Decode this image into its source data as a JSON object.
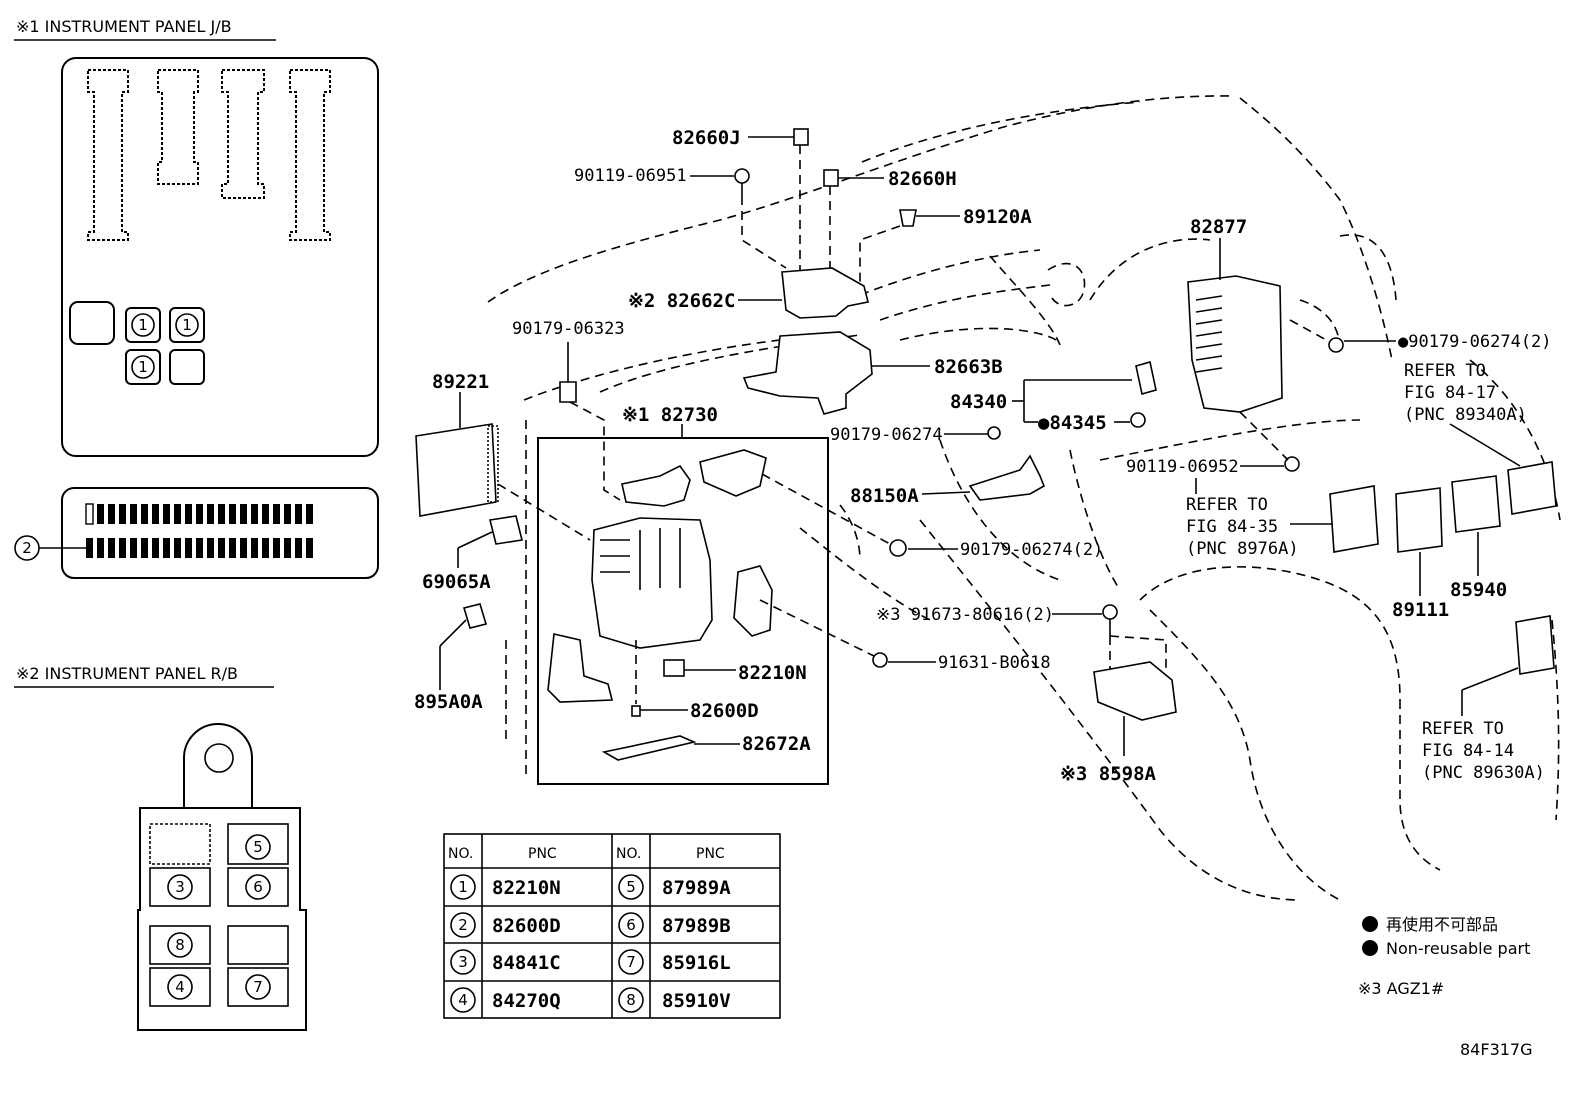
{
  "sections": {
    "jb_title": "※1 INSTRUMENT PANEL J/B",
    "rb_title": "※2 INSTRUMENT PANEL R/B"
  },
  "callouts": {
    "c1": "1",
    "c2": "2",
    "c3": "3",
    "c4": "4",
    "c5": "5",
    "c6": "6",
    "c7": "7",
    "c8": "8"
  },
  "labels": {
    "p82660J": "82660J",
    "p90119_06951": "90119-06951",
    "p82660H": "82660H",
    "p89120A": "89120A",
    "p82662C": "※2 82662C",
    "p82877": "82877",
    "p90179_06274_2a": "●90179-06274(2)",
    "refer_84_17_a": "REFER TO",
    "refer_84_17_b": "FIG 84-17",
    "refer_84_17_c": "(PNC 89340A)",
    "p90179_06323": "90179-06323",
    "p82663B": "82663B",
    "p89221": "89221",
    "p82730": "※1 82730",
    "p84340": "84340",
    "p84345": "●84345",
    "p90179_06274": "90179-06274",
    "p90119_06952": "90119-06952",
    "refer_84_35_a": "REFER TO",
    "refer_84_35_b": "FIG 84-35",
    "refer_84_35_c": "(PNC 8976A)",
    "p88150A": "88150A",
    "p90179_06274_2b": "90179-06274(2)",
    "p69065A": "69065A",
    "p85940": "85940",
    "p89111": "89111",
    "p91673": "※3 91673-80616(2)",
    "p895A0A": "895A0A",
    "p91631": "91631-B0618",
    "p82210N": "82210N",
    "p82600D": "82600D",
    "p82672A": "82672A",
    "p8598A": "※3 8598A",
    "refer_84_14_a": "REFER TO",
    "refer_84_14_b": "FIG 84-14",
    "refer_84_14_c": "(PNC 89630A)"
  },
  "table": {
    "header": {
      "no": "NO.",
      "pnc": "PNC"
    },
    "rows": [
      {
        "no_l": "1",
        "pnc_l": "82210N",
        "no_r": "5",
        "pnc_r": "87989A"
      },
      {
        "no_l": "2",
        "pnc_l": "82600D",
        "no_r": "6",
        "pnc_r": "87989B"
      },
      {
        "no_l": "3",
        "pnc_l": "84841C",
        "no_r": "7",
        "pnc_r": "85916L"
      },
      {
        "no_l": "4",
        "pnc_l": "84270Q",
        "no_r": "8",
        "pnc_r": "85910V"
      }
    ]
  },
  "legend": {
    "jp": "再使用不可部品",
    "en": "Non-reusable part",
    "note": "※3 AGZ1#"
  },
  "figure_code": "84F317G"
}
